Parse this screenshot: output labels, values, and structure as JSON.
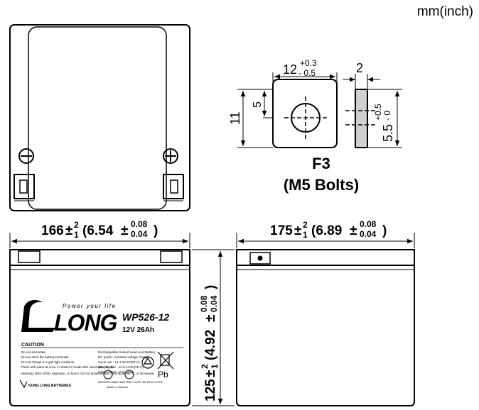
{
  "units_label": "mm(inch)",
  "terminal": {
    "code": "F3",
    "bolt_label": "(M5 Bolts)",
    "dims": {
      "width_main": "12",
      "width_tol_plus": "+0.3",
      "width_tol_minus": "- 0.5",
      "thickness": "2",
      "height_total": "11",
      "height_hole": "5",
      "height_side": "5.5",
      "height_side_tol_plus": "+0.5",
      "height_side_tol_minus": "- 0"
    }
  },
  "battery_dims": {
    "length_mm": "166",
    "length_tol_top": "2",
    "length_tol_bottom": "1",
    "length_in": "(6.54",
    "length_in_tol_top": "0.08",
    "length_in_tol_bottom": "0.04",
    "width_mm": "175",
    "width_tol_top": "2",
    "width_tol_bottom": "1",
    "width_in": "(6.89",
    "width_in_tol_top": "0.08",
    "width_in_tol_bottom": "0.04",
    "height_mm": "125",
    "height_tol_top": "2",
    "height_tol_bottom": "1",
    "height_in": "(4.92",
    "height_in_tol_top": "0.08",
    "height_in_tol_bottom": "0.04",
    "pm": "±",
    "close_paren": ")"
  },
  "label": {
    "brand": "LONG",
    "tagline": "Power your life",
    "model": "WP526-12",
    "rating": "12V 26Ah",
    "caution_title": "CAUTION",
    "caution_lines": [
      "Do not incinerate.",
      "Do not short the battery terminals.",
      "Do not charge in a gas tight container.",
      "Flush with water at once if contact is made with electrolyte (Acid).",
      "Warning: Risk of fire, explosion, or burns. Do not disassemble, heat above 60°C, or incinerate."
    ],
    "spec_title": "Rechargeable Sealed Lead-Acid Battery",
    "spec_lines": [
      "DC power. Constant voltage charge",
      "Cycle use : 14.4-15.0V(25°C)",
      "Standby use : 13.5-13.8V(25°C)",
      "Initial current : 7.8A MAX"
    ],
    "footer_left": "KUNG LONG BATTERIES",
    "footer_mid": "NONSPILLABLE   BATTERY MUST BE RECYCLED",
    "made_in": "Made in Vietnam",
    "pb": "Pb"
  }
}
